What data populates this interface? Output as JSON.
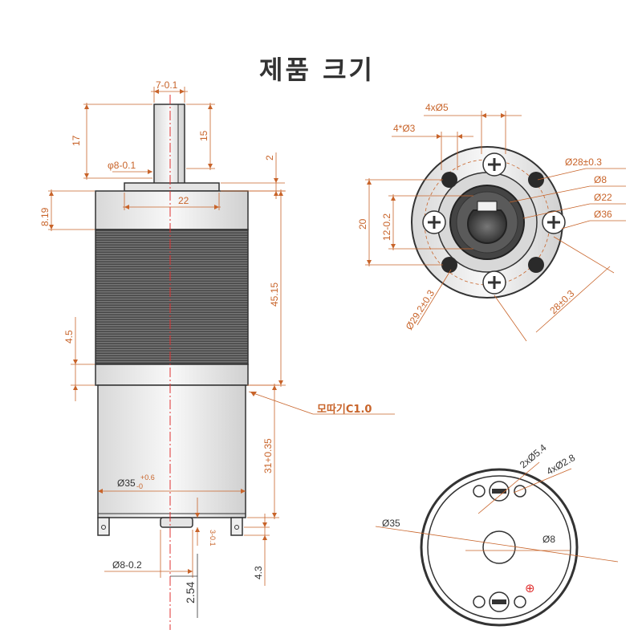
{
  "title": "제품 크기",
  "side_view": {
    "shaft_width": "7-0.1",
    "shaft_length": "17",
    "shaft_flat": "15",
    "shaft_dia": "φ8-0.1",
    "boss_height": "2",
    "gearbox_top": "8.19",
    "boss_dia": "22",
    "gearbox_length": "45.15",
    "band": "4.5",
    "chamfer": "모따기C1.0",
    "motor_length": "31+0.35",
    "motor_dia_main": "Ø35",
    "motor_dia_sub": "-0",
    "motor_dia_sup": "+0.6",
    "terminal_gap": "3-0.1",
    "rear_boss_dia": "Ø8-0.2",
    "terminal_height": "4.3",
    "terminal_offset": "2.54"
  },
  "front_view": {
    "outer_holes": "4xØ5",
    "inner_holes": "4*Ø3",
    "pcd_28": "Ø28±0.3",
    "d8": "Ø8",
    "d22": "Ø22",
    "d36": "Ø36",
    "h20": "20",
    "h12": "12-0.2",
    "pcd_29": "Ø29.2±0.3",
    "dist_28": "28±0.3"
  },
  "back_view": {
    "holes_a": "2xØ5.4",
    "holes_b": "4xØ2.8",
    "d35": "Ø35",
    "d8": "Ø8",
    "plus": "⊕"
  },
  "colors": {
    "dimension": "#c8642a",
    "outline": "#333333",
    "centerline": "#e03030",
    "body": "#e8e8e8"
  }
}
